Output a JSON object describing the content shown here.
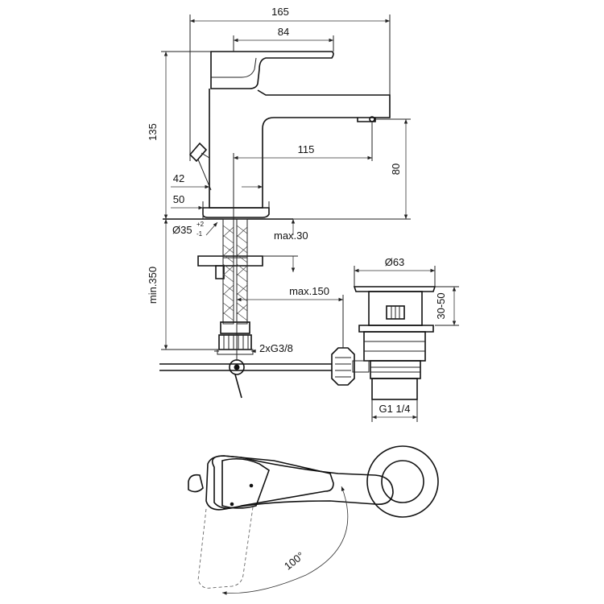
{
  "dimensions": {
    "overall_width": "165",
    "handle_width": "84",
    "height": "135",
    "spout_reach": "115",
    "spout_height": "80",
    "base_42": "42",
    "base_50": "50",
    "hole_diameter": "Ø35",
    "hole_tol_upper": "+2",
    "hole_tol_lower": "-1",
    "deck_thickness": "max.30",
    "hose_length": "min.350",
    "rod_length": "max.150",
    "connections": "2xG3/8",
    "waste_diameter": "Ø63",
    "waste_range": "30-50",
    "waste_thread": "G1 1/4",
    "rotation_angle": "100°"
  }
}
